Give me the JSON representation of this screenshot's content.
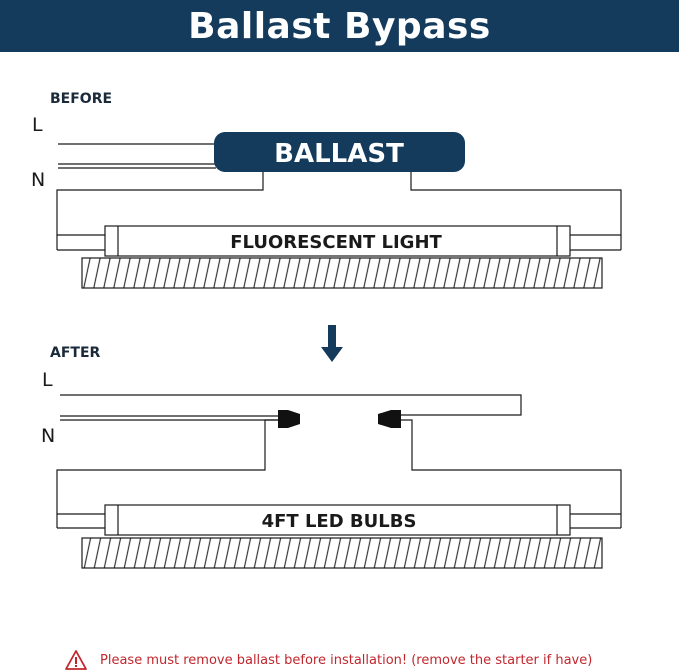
{
  "header": {
    "title": "Ballast Bypass"
  },
  "before": {
    "label": "BEFORE",
    "line_label": "L",
    "neutral_label": "N",
    "ballast_label": "BALLAST",
    "tube_label": "FLUORESCENT LIGHT"
  },
  "after": {
    "label": "AFTER",
    "line_label": "L",
    "neutral_label": "N",
    "tube_label": "4FT LED BULBS"
  },
  "arrow_icon": "down-arrow-icon",
  "warning": {
    "icon": "warning-triangle-icon",
    "text": "Please must remove ballast before installation! (remove the starter if have)"
  },
  "colors": {
    "header_bg": "#143a5c",
    "ballast_bg": "#143a5c",
    "warning_text": "#c0272d",
    "line": "#1a1a1a"
  }
}
